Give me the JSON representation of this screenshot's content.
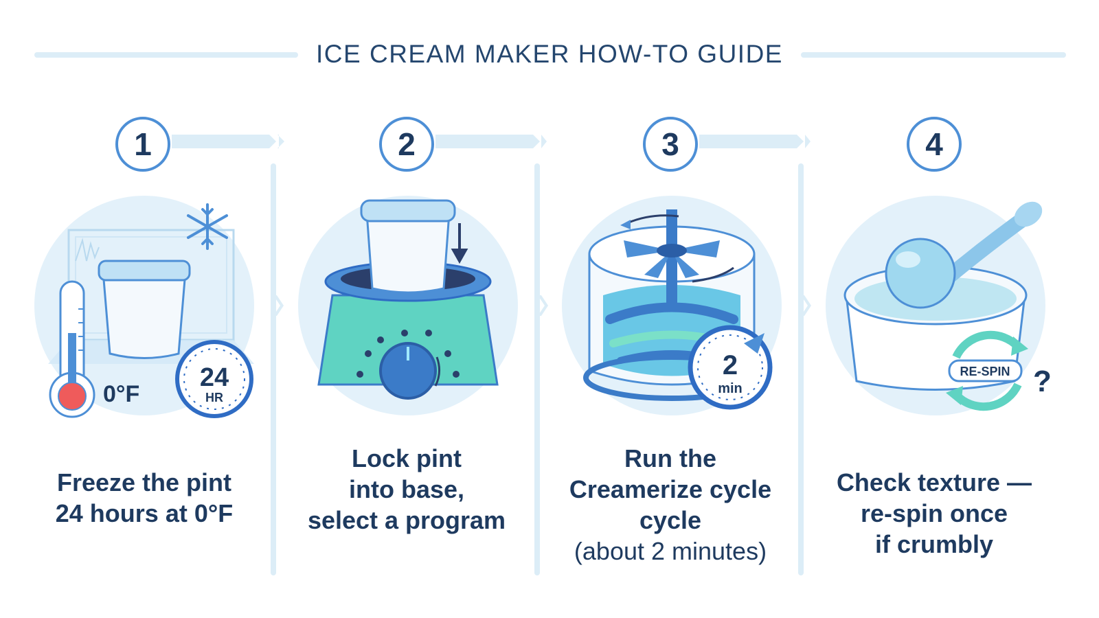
{
  "header": {
    "title": "ICE CREAM MAKER HOW-TO GUIDE"
  },
  "steps": [
    {
      "number": "1",
      "text_lines": [
        "Freeze the pint",
        "24 hours at 0°F"
      ],
      "temp": "0°F",
      "timer_value": "24",
      "timer_unit": "HR",
      "icons": [
        "snowflake-icon",
        "thermometer-icon",
        "timer-icon",
        "pint-icon"
      ]
    },
    {
      "number": "2",
      "text_lines": [
        "Lock pint",
        "into base,",
        "select a program"
      ],
      "icons": [
        "pint-icon",
        "down-arrow-icon",
        "machine-base-icon",
        "dial-icon"
      ]
    },
    {
      "number": "3",
      "text_lines": [
        "Run the",
        "Creamerize cycle",
        "cycle",
        "(about 2 minutes)"
      ],
      "timer_value": "2",
      "timer_unit": "min",
      "icons": [
        "blade-icon",
        "swirl-icon",
        "timer-icon"
      ]
    },
    {
      "number": "4",
      "text_lines": [
        "Check texture —",
        "re-spin once",
        "if crumbly"
      ],
      "respin_label": "RE-SPIN",
      "question": "?",
      "icons": [
        "scoop-icon",
        "spoon-icon",
        "respin-icon",
        "question-icon"
      ]
    }
  ],
  "colors": {
    "accent": "#4d8fd6",
    "text": "#1e3a5f",
    "track": "#dcedf7",
    "mint": "#5fd3c2"
  }
}
